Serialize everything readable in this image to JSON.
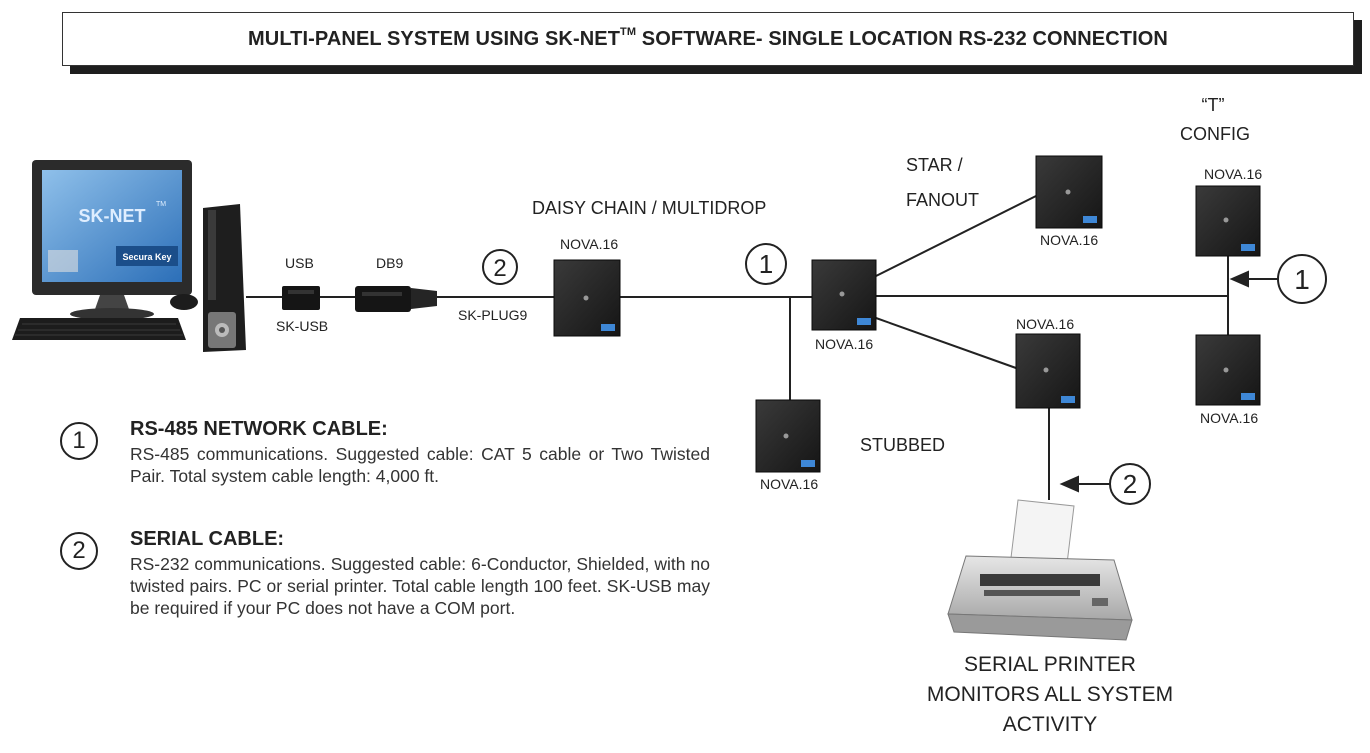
{
  "title": {
    "text": "MULTI-PANEL SYSTEM USING SK-NET",
    "tm": "TM",
    "suffix": " SOFTWARE- SINGLE LOCATION RS-232 CONNECTION"
  },
  "pc": {
    "screen_logo": "SK-NET",
    "screen_logo_tm": "TM",
    "brand": "Secura Key"
  },
  "connectors": {
    "usb": "USB",
    "sk_usb": "SK-USB",
    "db9": "DB9",
    "sk_plug9": "SK-PLUG9"
  },
  "labels": {
    "daisy_chain": "DAISY CHAIN / MULTIDROP",
    "star_line1": "STAR /",
    "star_line2": "FANOUT",
    "t_line1": "“T”",
    "t_line2": "CONFIG",
    "stubbed": "STUBBED"
  },
  "panels": {
    "p1": "NOVA.16",
    "p2": "NOVA.16",
    "p3": "NOVA.16",
    "p4": "NOVA.16",
    "p5": "NOVA.16",
    "p6": "NOVA.16",
    "p7": "NOVA.16"
  },
  "markers": {
    "m1": "1",
    "m2": "2"
  },
  "legend": {
    "rs485": {
      "number": "1",
      "heading": "RS-485 NETWORK CABLE:",
      "body": "RS-485 communications.  Suggested cable: CAT 5 cable or Two Twisted Pair. Total system cable length: 4,000 ft."
    },
    "serial": {
      "number": "2",
      "heading": "SERIAL CABLE:",
      "body": "RS-232 communications. Suggested cable: 6-Conductor, Shielded, with no twisted pairs.  PC or serial printer. Total cable length 100 feet. SK-USB may be required if your PC does not have a COM port."
    }
  },
  "printer": {
    "line1": "SERIAL PRINTER",
    "line2": "MONITORS ALL SYSTEM",
    "line3": "ACTIVITY"
  }
}
